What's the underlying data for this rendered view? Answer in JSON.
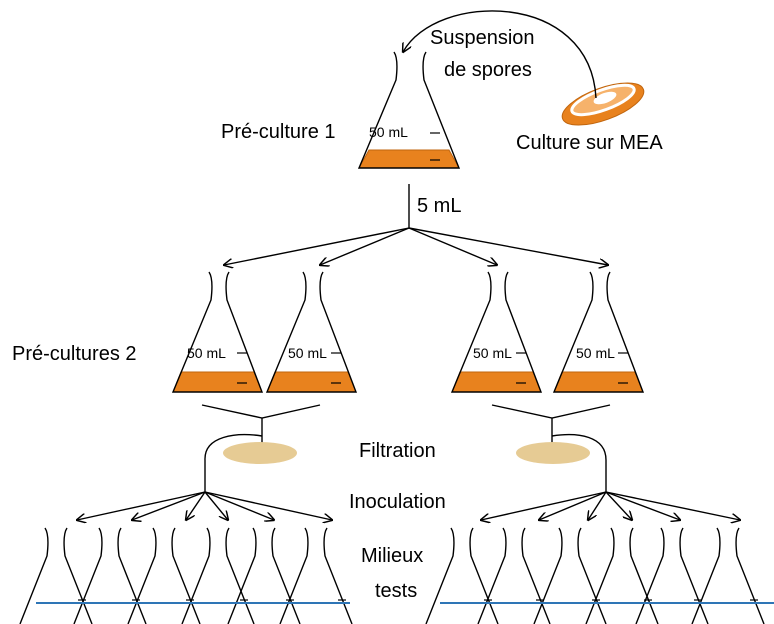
{
  "labels": {
    "suspension_line1": "Suspension",
    "suspension_line2": "de spores",
    "preculture1": "Pré-culture 1",
    "culture_mea": "Culture sur MEA",
    "volume_transfer": "5 mL",
    "precultures2": "Pré-cultures 2",
    "filtration": "Filtration",
    "inoculation": "Inoculation",
    "milieux_line1": "Milieux",
    "milieux_line2": "tests"
  },
  "flask_volume": "50 mL",
  "colors": {
    "medium": "#E8821E",
    "medium_edge": "#C0650E",
    "filter": "#E6CB94",
    "test_line": "#2E75B6",
    "stroke": "#000000"
  }
}
